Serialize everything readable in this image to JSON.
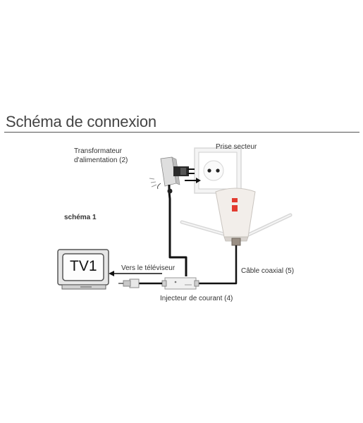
{
  "title": "Schéma de connexion",
  "labels": {
    "transformer_line1": "Transformateur",
    "transformer_line2": "d'alimentation (2)",
    "outlet": "Prise secteur",
    "schema": "schéma 1",
    "tv": "TV1",
    "to_tv": "Vers le téléviseur",
    "coax": "Câble coaxial (5)",
    "injector": "Injecteur de courant (4)"
  },
  "colors": {
    "cable": "#111111",
    "antenna_accent": "#e23b30",
    "outlet_frame": "#dddddd"
  }
}
